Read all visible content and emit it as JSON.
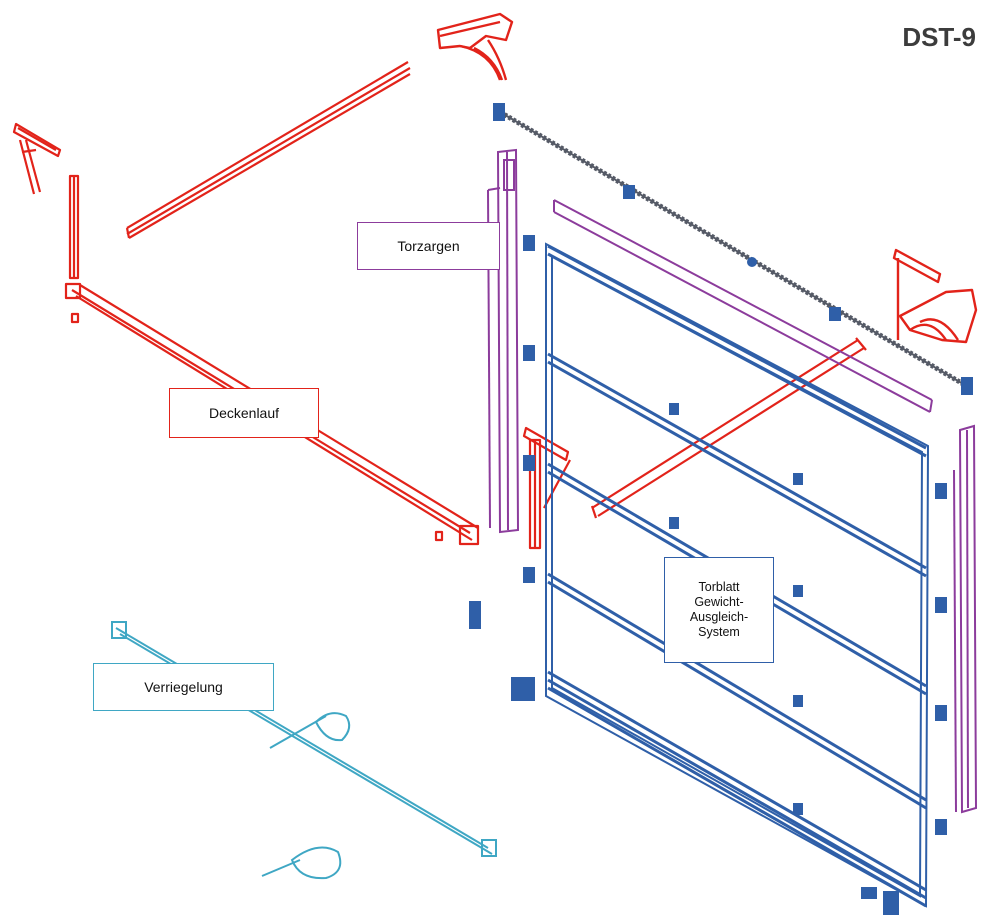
{
  "diagram": {
    "code": "DST-9",
    "labels": {
      "torzargen": "Torzargen",
      "deckenlauf": "Deckenlauf",
      "torblatt": [
        "Torblatt",
        "Gewicht-",
        "Ausgleich-",
        "System"
      ],
      "verriegelung": "Verriegelung"
    },
    "colors": {
      "track_red": "#e2231a",
      "frame_purple": "#8c3c9c",
      "panel_blue": "#2f5fa8",
      "lock_cyan": "#3fa7c4",
      "spring_gray": "#555a66"
    }
  }
}
